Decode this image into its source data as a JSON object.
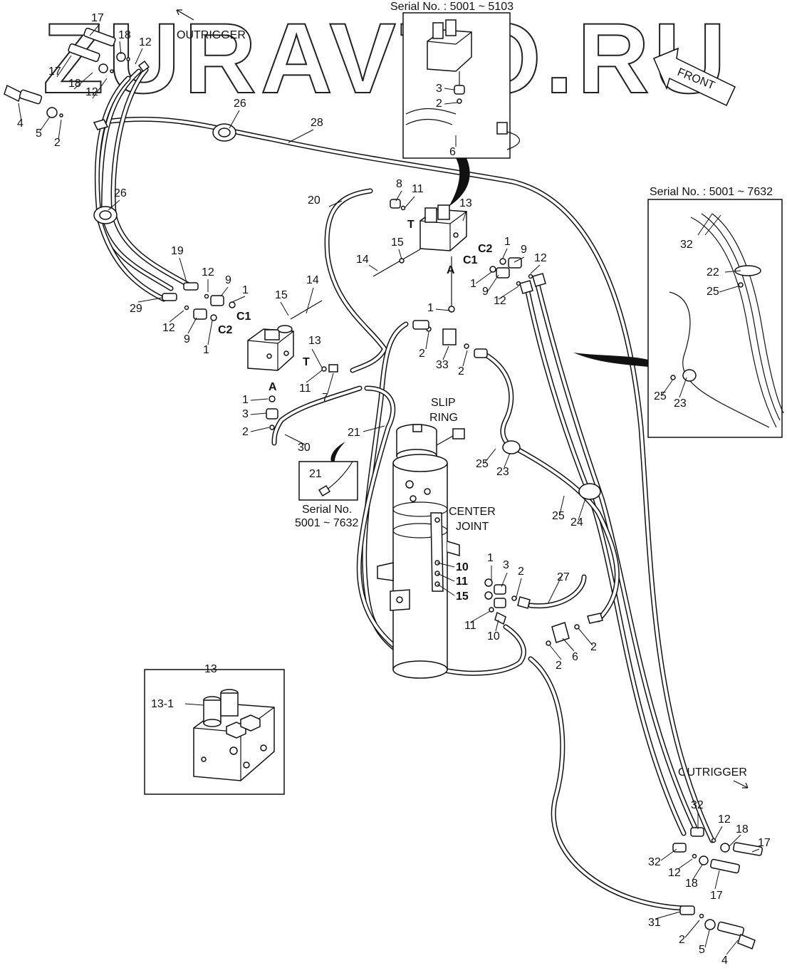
{
  "watermark": "ZURAVTO.RU",
  "front_label": "FRONT",
  "outrigger_top": "OUTRIGGER",
  "outrigger_bottom": "OUTRIGGER",
  "serial_top": "Serial No. : 5001 ~ 5103",
  "serial_right": "Serial No. : 5001 ~ 7632",
  "serial_small": [
    "Serial No.",
    "5001 ~ 7632"
  ],
  "slip_ring": [
    "SLIP",
    "RING"
  ],
  "center_joint": [
    "CENTER",
    "JOINT"
  ],
  "detail_box_title": "13",
  "detail_box_label": "13-1",
  "port_labels": {
    "c1_left": "C1",
    "c2_left": "C2",
    "t_left": "T",
    "a_left": "A",
    "c1_right": "C1",
    "c2_right": "C2",
    "t_right": "T",
    "a_right": "A"
  },
  "joint_numbers": [
    "10",
    "11",
    "15"
  ],
  "callouts": [
    {
      "id": "c17a",
      "text": "17"
    },
    {
      "id": "c18a",
      "text": "18"
    },
    {
      "id": "c12a",
      "text": "12"
    },
    {
      "id": "c17b",
      "text": "17"
    },
    {
      "id": "c18b",
      "text": "18"
    },
    {
      "id": "c12b",
      "text": "12"
    },
    {
      "id": "c4a",
      "text": "4"
    },
    {
      "id": "c5a",
      "text": "5"
    },
    {
      "id": "c2a",
      "text": "2"
    },
    {
      "id": "c26a",
      "text": "26"
    },
    {
      "id": "c28",
      "text": "28"
    },
    {
      "id": "c26b",
      "text": "26"
    },
    {
      "id": "c19",
      "text": "19"
    },
    {
      "id": "c29",
      "text": "29"
    },
    {
      "id": "c12c",
      "text": "12"
    },
    {
      "id": "c9a",
      "text": "9"
    },
    {
      "id": "c1a",
      "text": "1"
    },
    {
      "id": "c12d",
      "text": "12"
    },
    {
      "id": "c9b",
      "text": "9"
    },
    {
      "id": "c1b",
      "text": "1"
    },
    {
      "id": "c14a",
      "text": "14"
    },
    {
      "id": "c15a",
      "text": "15"
    },
    {
      "id": "c13a",
      "text": "13"
    },
    {
      "id": "c11a",
      "text": "11"
    },
    {
      "id": "c7",
      "text": "7"
    },
    {
      "id": "c1c",
      "text": "1"
    },
    {
      "id": "c3a",
      "text": "3"
    },
    {
      "id": "c2b",
      "text": "2"
    },
    {
      "id": "c30",
      "text": "30"
    },
    {
      "id": "c20",
      "text": "20"
    },
    {
      "id": "c8",
      "text": "8"
    },
    {
      "id": "c11b",
      "text": "11"
    },
    {
      "id": "c13b",
      "text": "13"
    },
    {
      "id": "c14b",
      "text": "14"
    },
    {
      "id": "c15b",
      "text": "15"
    },
    {
      "id": "c1d",
      "text": "1"
    },
    {
      "id": "c9c",
      "text": "9"
    },
    {
      "id": "c12e",
      "text": "12"
    },
    {
      "id": "c1e",
      "text": "1"
    },
    {
      "id": "c9d",
      "text": "9"
    },
    {
      "id": "c12f",
      "text": "12"
    },
    {
      "id": "c1f",
      "text": "1"
    },
    {
      "id": "c2c",
      "text": "2"
    },
    {
      "id": "c33",
      "text": "33"
    },
    {
      "id": "c2d",
      "text": "2"
    },
    {
      "id": "c3b",
      "text": "3"
    },
    {
      "id": "c2e",
      "text": "2"
    },
    {
      "id": "c6a",
      "text": "6"
    },
    {
      "id": "c32a",
      "text": "32"
    },
    {
      "id": "c22",
      "text": "22"
    },
    {
      "id": "c25a",
      "text": "25"
    },
    {
      "id": "c25b",
      "text": "25"
    },
    {
      "id": "c23a",
      "text": "23"
    },
    {
      "id": "c21a",
      "text": "21"
    },
    {
      "id": "c21b",
      "text": "21"
    },
    {
      "id": "c25c",
      "text": "25"
    },
    {
      "id": "c23b",
      "text": "23"
    },
    {
      "id": "c25d",
      "text": "25"
    },
    {
      "id": "c24",
      "text": "24"
    },
    {
      "id": "c27",
      "text": "27"
    },
    {
      "id": "c1g",
      "text": "1"
    },
    {
      "id": "c3c",
      "text": "3"
    },
    {
      "id": "c2f",
      "text": "2"
    },
    {
      "id": "c11c",
      "text": "11"
    },
    {
      "id": "c10",
      "text": "10"
    },
    {
      "id": "c6b",
      "text": "6"
    },
    {
      "id": "c2g",
      "text": "2"
    },
    {
      "id": "c2h",
      "text": "2"
    },
    {
      "id": "c32b",
      "text": "32"
    },
    {
      "id": "c12g",
      "text": "12"
    },
    {
      "id": "c18c",
      "text": "18"
    },
    {
      "id": "c17c",
      "text": "17"
    },
    {
      "id": "c32c",
      "text": "32"
    },
    {
      "id": "c12h",
      "text": "12"
    },
    {
      "id": "c18d",
      "text": "18"
    },
    {
      "id": "c17d",
      "text": "17"
    },
    {
      "id": "c31",
      "text": "31"
    },
    {
      "id": "c2i",
      "text": "2"
    },
    {
      "id": "c5b",
      "text": "5"
    },
    {
      "id": "c4b",
      "text": "4"
    }
  ]
}
